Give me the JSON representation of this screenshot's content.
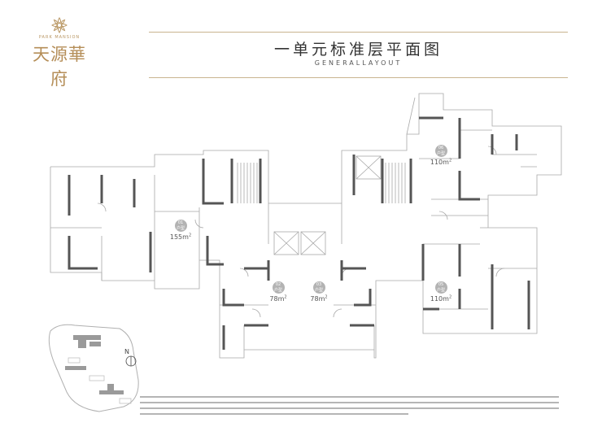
{
  "logo": {
    "tagline": "PARK MANSION",
    "name": "天源華府"
  },
  "header": {
    "title": "一单元标准层平面图",
    "subtitle": "GENERALLAYOUT"
  },
  "units": [
    {
      "no": "01",
      "type": "户型",
      "area": "155m",
      "unit": "2"
    },
    {
      "no": "02",
      "type": "户型",
      "area": "78m",
      "unit": "2"
    },
    {
      "no": "03",
      "type": "户型",
      "area": "78m",
      "unit": "2"
    },
    {
      "no": "06",
      "type": "户型",
      "area": "110m",
      "unit": "2"
    },
    {
      "no": "05",
      "type": "户型",
      "area": "110m",
      "unit": "2"
    }
  ],
  "compass": {
    "label": "N"
  },
  "colors": {
    "wall": "#555555",
    "thin_line": "#9a9a9a",
    "gold": "#b89561"
  }
}
